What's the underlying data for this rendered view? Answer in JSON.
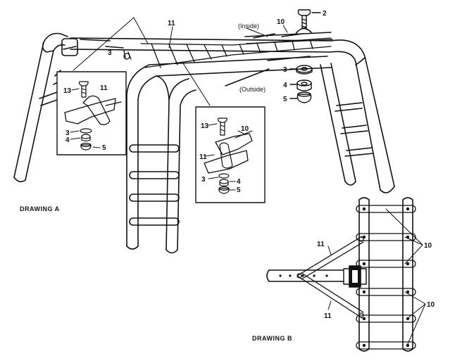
{
  "drawing_a": {
    "caption": "DRAWING A",
    "labels": {
      "inside": "(Inside)",
      "outside": "(Outside)",
      "part_11_top": "11",
      "part_10_top": "10",
      "part_2": "2",
      "part_3_right": "3",
      "part_4_right": "4",
      "part_5_right": "5",
      "part_3_left_small": "3"
    },
    "detail_left": {
      "part_13": "13",
      "part_11": "11",
      "part_3": "3",
      "part_4": "4",
      "part_5": "5"
    },
    "detail_right": {
      "part_13": "13",
      "part_10": "10",
      "part_11": "11",
      "part_3": "3",
      "part_4": "4",
      "part_5": "5"
    }
  },
  "drawing_b": {
    "caption": "DRAWING B",
    "labels": {
      "part_11_upper": "11",
      "part_11_lower": "11",
      "part_10_upper": "10",
      "part_10_lower": "10"
    }
  }
}
